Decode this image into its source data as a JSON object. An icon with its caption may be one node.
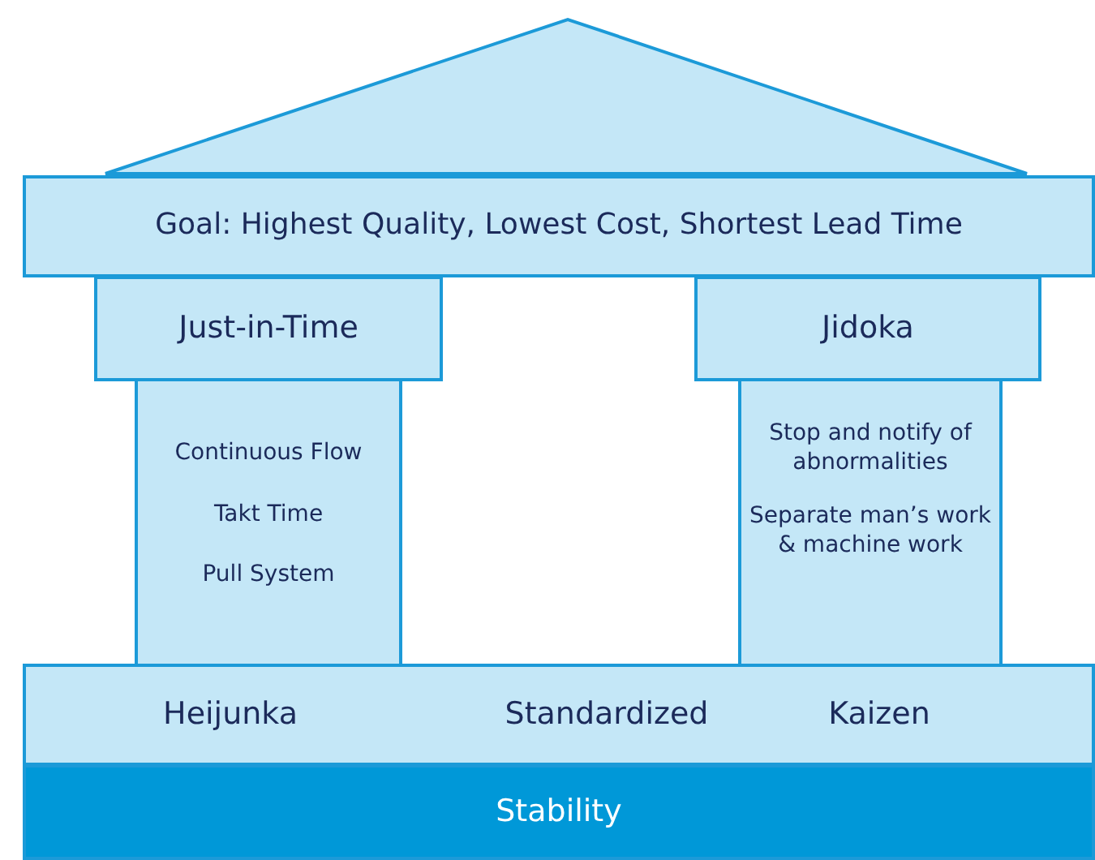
{
  "diagram": {
    "nodes": [
      {
        "text": [],
        "shape": "triangle"
      },
      {
        "text": [
          "Goal: Highest Quality, Lowest Cost, Shortest Lead Time"
        ]
      },
      {
        "text": [
          "Just-in-Time"
        ]
      },
      {
        "text": [
          "Continuous Flow",
          "Takt Time",
          "Pull System"
        ]
      },
      {
        "text": [
          "Jidoka"
        ]
      },
      {
        "text": [
          "Stop and notify of abnormalities",
          "Separate man’s work & machine work"
        ]
      },
      {
        "text": [
          "Heijunka",
          "Standardized",
          "Kaizen"
        ]
      },
      {
        "text": [
          "Stability"
        ]
      }
    ]
  }
}
